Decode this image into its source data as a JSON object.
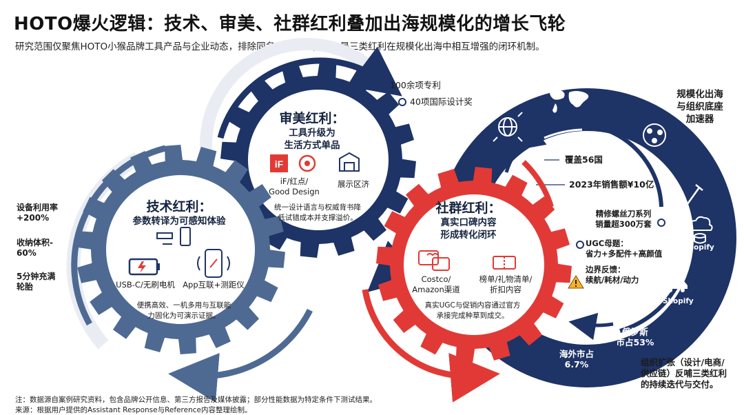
{
  "header": {
    "title": "HOTO爆火逻辑：技术、审美、社群红利叠加出海规模化的增长飞轮",
    "subtitle": "研究范围仅聚焦HOTO小猴品牌工具产品与企业动态，排除同名噪音条目；核心是三类红利在规模化出海中相互增强的闭环机制。"
  },
  "tech": {
    "title": "技术红利：",
    "subtitle": "参数转译为可感知体验",
    "feature1": "USB-C/无刷电机",
    "feature2": "App互联+测距仪",
    "desc1": "便携高效、一机多用与互联能",
    "desc2": "力固化为可演示证据。",
    "left1a": "设备利用率",
    "left1b": "+200%",
    "left2a": "收纳体积-",
    "left2b": "60%",
    "left3a": "5分钟充满",
    "left3b": "轮胎"
  },
  "aesthetic": {
    "title": "审美红利：",
    "subtitle1": "工具升级为",
    "subtitle2": "生活方式单品",
    "logo_if": "iF",
    "award1a": "iF/红点/",
    "award1b": "Good Design",
    "award2": "展示区济",
    "desc1": "统一设计语言与权威背书降",
    "desc2": "低试错成本并支撑溢价。",
    "stat1": "100余项专利",
    "stat2": "40项国际设计奖"
  },
  "community": {
    "title": "社群红利：",
    "subtitle1": "真实口碑内容",
    "subtitle2": "形成转化闭环",
    "channel1a": "Costco/",
    "channel1b": "Amazon渠道",
    "channel2a": "榜单/礼物清单/",
    "channel2b": "折扣内容",
    "desc1": "真实UGC与促销内容通过官方",
    "desc2": "承接完成种草到成交。"
  },
  "global": {
    "title1": "规模化出海",
    "title2": "与组织底座",
    "title3": "加速器",
    "coverage": "覆盖56国",
    "sales2023": "2023年销售额¥10亿",
    "screw1": "精修螺丝刀系列",
    "screw2": "销量超300万套",
    "ugc1": "UGC母题：",
    "ugc2": "省力+多配件+高颜值",
    "edge1": "边界反馈：",
    "edge2": "续航/耗材/动力",
    "shopify1": "Shopify",
    "shopify2": "Shopify",
    "russia1": "俄罗斯",
    "russia2": "市占53%",
    "overseas1": "海外市占",
    "overseas2": "6.7%",
    "org1": "组织扩张（设计/电商/",
    "org2": "供应链）反哺三类红利",
    "org3": "的持续迭代与交付。"
  },
  "footer": {
    "note1": "注：数据源自案例研究资料，包含品牌公开信息、第三方报告及媒体披露；部分性能数据为特定条件下测试结果。",
    "note2": "来源：根据用户提供的Assistant Response与Reference内容整理绘制。"
  },
  "colors": {
    "navy": "#1e3366",
    "slate": "#4e6a93",
    "red": "#e13a36",
    "light": "#c8d1df"
  }
}
